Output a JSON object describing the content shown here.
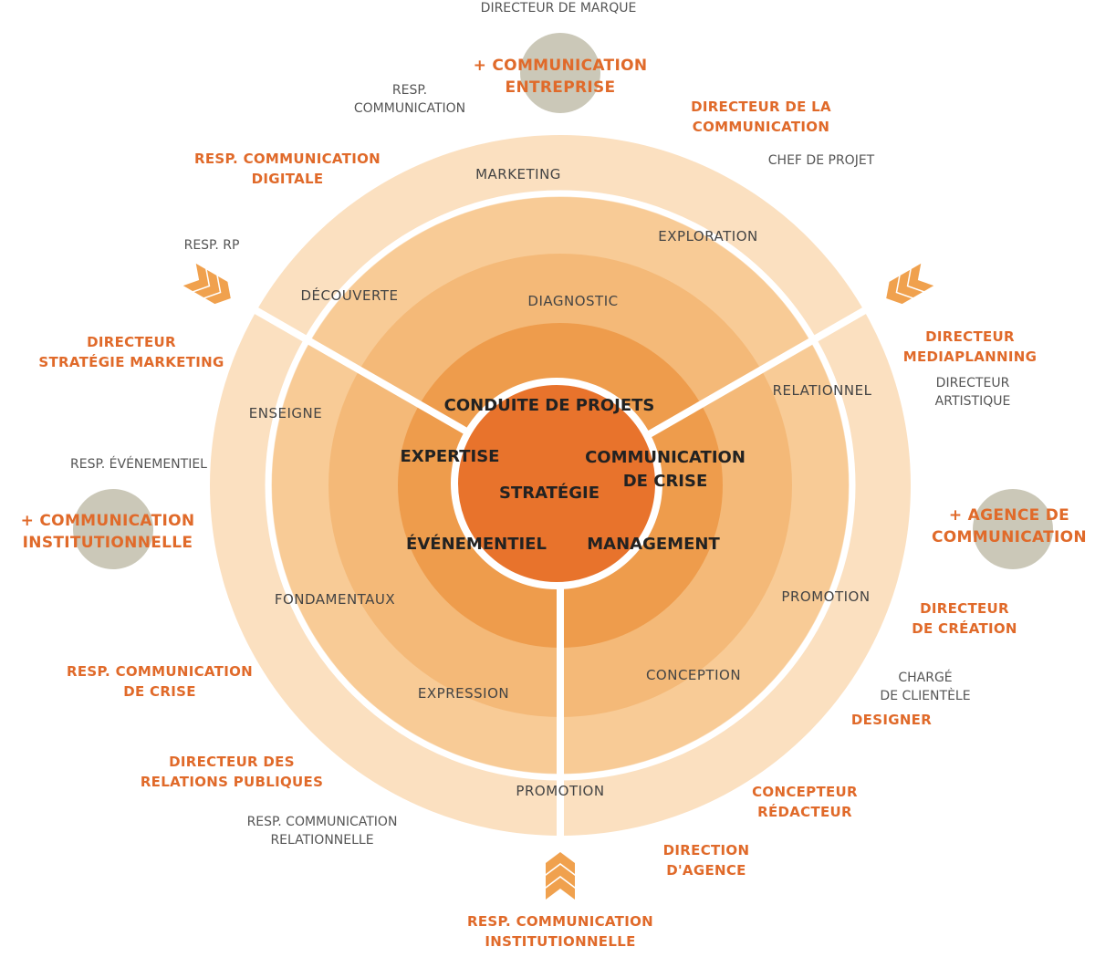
{
  "core": {
    "conduite": "CONDUITE DE PROJETS",
    "expertise": "EXPERTISE",
    "crise_1": "COMMUNICATION",
    "crise_2": "DE CRISE",
    "strategie": "STRATÉGIE",
    "evenementiel": "ÉVÉNEMENTIEL",
    "management": "MANAGEMENT"
  },
  "inner_ring": {
    "diagnostic": "DIAGNOSTIC"
  },
  "middle_ring": {
    "exploration": "EXPLORATION",
    "decouverte": "DÉCOUVERTE",
    "relationnel": "RELATIONNEL",
    "enseigne": "ENSEIGNE",
    "promotion": "PROMOTION",
    "fondamentaux": "FONDAMENTAUX",
    "conception": "CONCEPTION",
    "expression": "EXPRESSION"
  },
  "outer_ring": {
    "marketing": "MARKETING",
    "promotion": "PROMOTION"
  },
  "satellites": {
    "top_1": "+ COMMUNICATION",
    "top_2": "ENTREPRISE",
    "left_1": "+ COMMUNICATION",
    "left_2": "INSTITUTIONNELLE",
    "right_1": "+ AGENCE DE",
    "right_2": "COMMUNICATION"
  },
  "roles": {
    "directeur_marque": "DIRECTEUR DE MARQUE",
    "resp_communication_1": "RESP.",
    "resp_communication_2": "COMMUNICATION",
    "directeur_communication_1": "DIRECTEUR DE LA",
    "directeur_communication_2": "COMMUNICATION",
    "chef_projet": "CHEF DE PROJET",
    "resp_digitale_1": "RESP. COMMUNICATION",
    "resp_digitale_2": "DIGITALE",
    "resp_rp": "RESP. RP",
    "directeur_strategie_1": "DIRECTEUR",
    "directeur_strategie_2": "STRATÉGIE MARKETING",
    "directeur_mediaplanning_1": "DIRECTEUR",
    "directeur_mediaplanning_2": "MEDIAPLANNING",
    "directeur_artistique_1": "DIRECTEUR",
    "directeur_artistique_2": "ARTISTIQUE",
    "resp_evenementiel": "RESP. ÉVÉNEMENTIEL",
    "directeur_creation_1": "DIRECTEUR",
    "directeur_creation_2": "DE CRÉATION",
    "charge_clientele_1": "CHARGÉ",
    "charge_clientele_2": "DE CLIENTÈLE",
    "designer": "DESIGNER",
    "resp_crise_1": "RESP. COMMUNICATION",
    "resp_crise_2": "DE CRISE",
    "directeur_rp_1": "DIRECTEUR DES",
    "directeur_rp_2": "RELATIONS PUBLIQUES",
    "concepteur_1": "CONCEPTEUR",
    "concepteur_2": "RÉDACTEUR",
    "resp_relationnelle_1": "RESP. COMMUNICATION",
    "resp_relationnelle_2": "RELATIONNELLE",
    "direction_agence_1": "DIRECTION",
    "direction_agence_2": "D'AGENCE",
    "resp_institutionnelle_1": "RESP. COMMUNICATION",
    "resp_institutionnelle_2": "INSTITUTIONNELLE"
  },
  "colors": {
    "ring_outer": "#fbe0c0",
    "ring_2": "#f8cb96",
    "ring_3": "#f4b978",
    "ring_4": "#ee9c4c",
    "core": "#e8732c",
    "satellite": "#cbc8b8",
    "chevron": "#f0a14e",
    "accent_text": "#e06a2a"
  }
}
